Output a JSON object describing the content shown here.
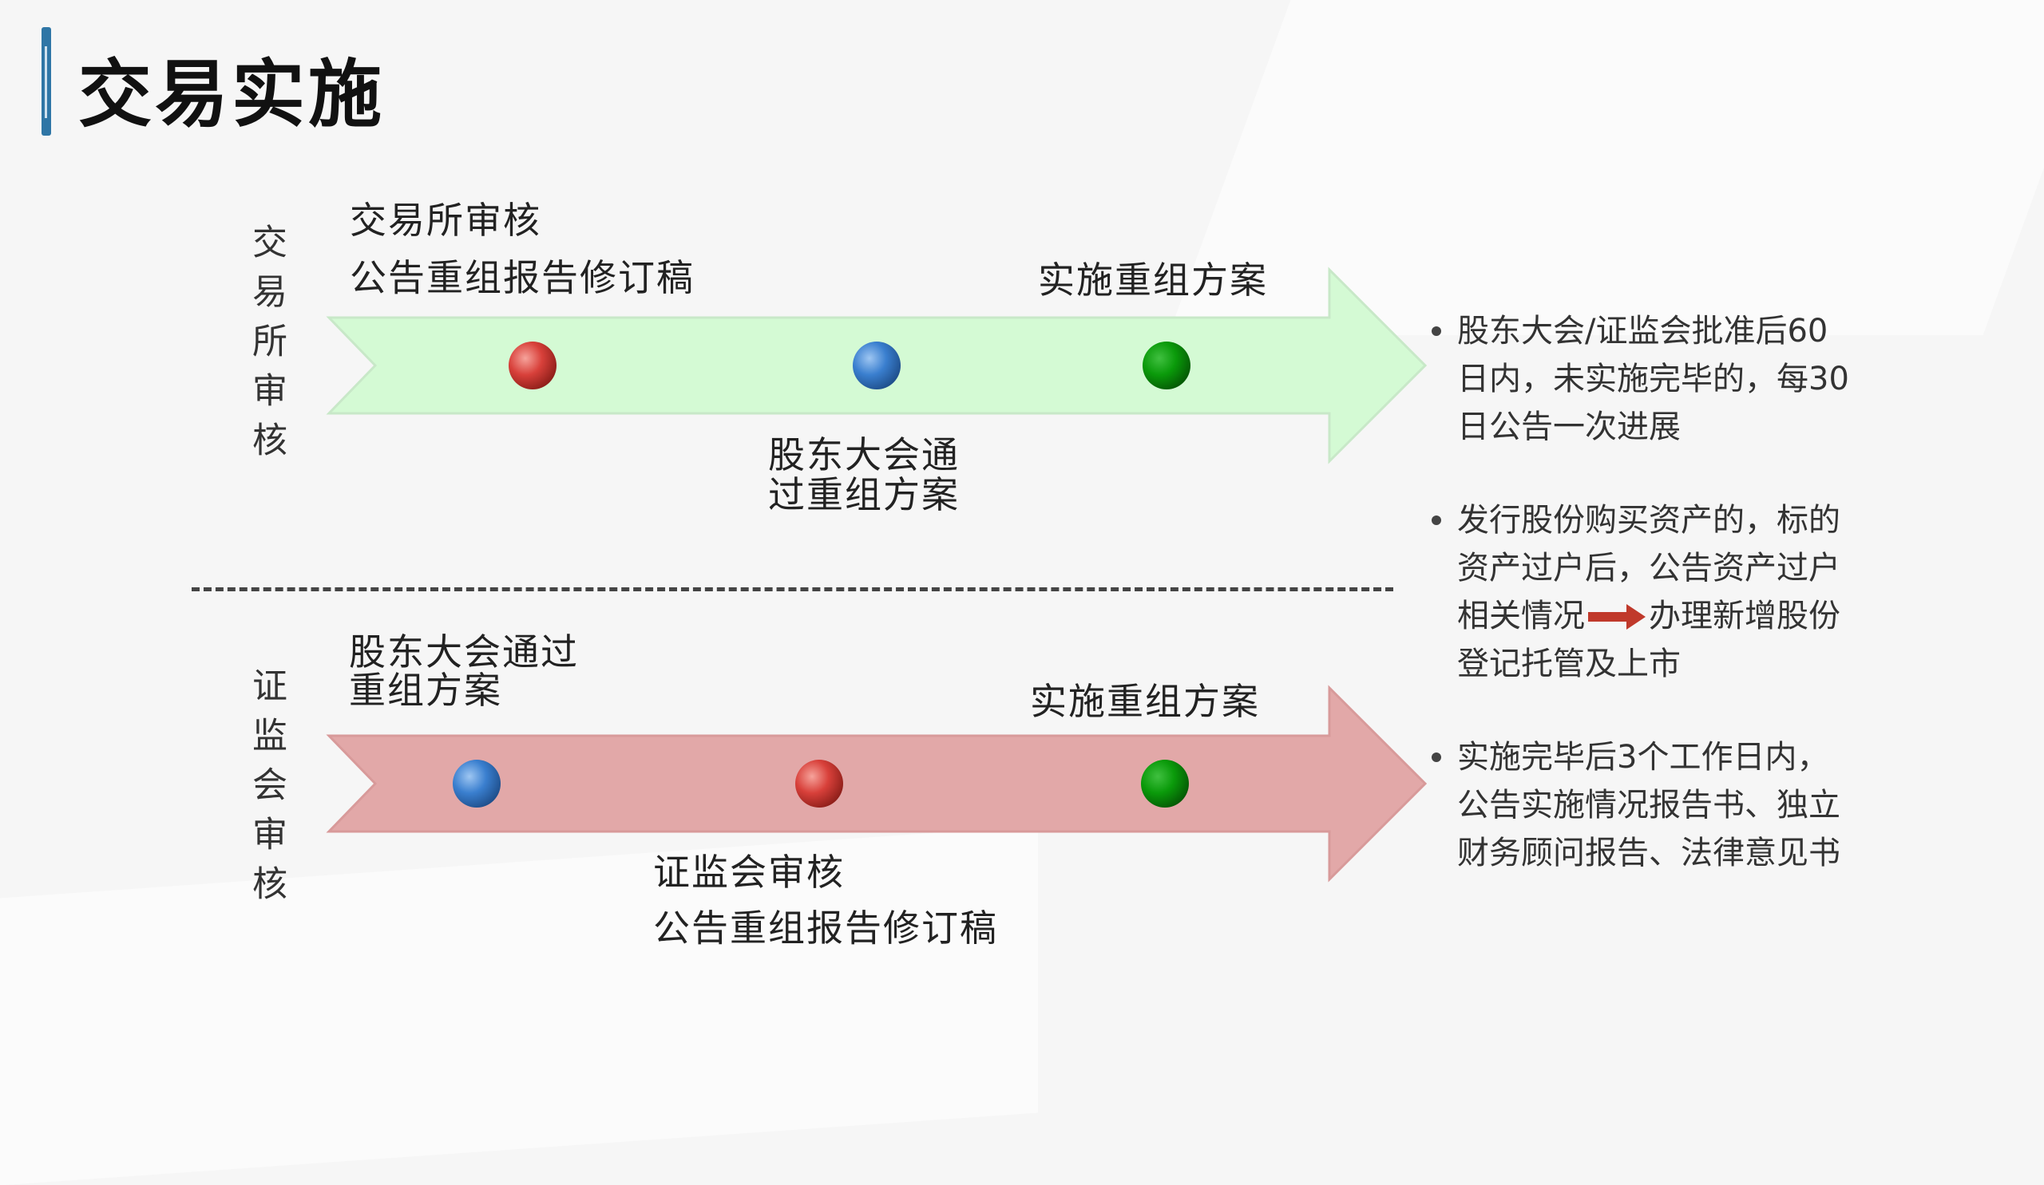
{
  "title": "交易实施",
  "lanes": [
    {
      "side_label": "交易所审核",
      "above_left": [
        "交易所审核",
        "公告重组报告修订稿"
      ],
      "below_mid": [
        "股东大会通",
        "过重组方案"
      ],
      "above_right": "实施重组方案",
      "arrow_color": "#d4fad4",
      "dots": [
        "red",
        "blue",
        "green"
      ]
    },
    {
      "side_label": "证监会审核",
      "above_left": [
        "股东大会通过",
        "重组方案"
      ],
      "below_mid": [
        "证监会审核",
        "公告重组报告修订稿"
      ],
      "above_right": "实施重组方案",
      "arrow_color": "#e2a8a8",
      "dots": [
        "blue",
        "red",
        "green"
      ]
    }
  ],
  "notes": [
    {
      "lines": [
        "股东大会/证监会批准后60",
        "日内，未实施完毕的，每30",
        "日公告一次进展"
      ]
    },
    {
      "lines": [
        "发行股份购买资产的，标的",
        "资产过户后，公告资产过户",
        "相关情况",
        "办理新增股份",
        "登记托管及上市"
      ]
    },
    {
      "lines": [
        "实施完毕后3个工作日内，",
        "公告实施情况报告书、独立",
        "财务顾问报告、法律意见书"
      ]
    }
  ],
  "colors": {
    "red": "#d8403a",
    "blue": "#3a7fcf",
    "green": "#0a9a0a",
    "accent": "#2f76a6",
    "inline_arrow": "#c0392b"
  }
}
